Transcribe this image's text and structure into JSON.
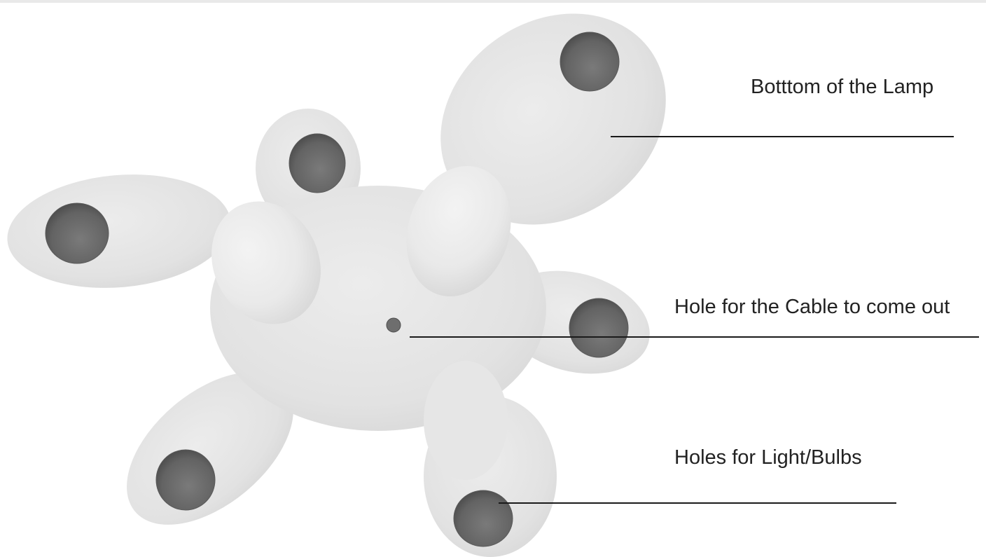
{
  "annotations": {
    "bottom_of_lamp": "Botttom of the Lamp",
    "cable_hole": "Hole for the Cable to come out",
    "bulb_holes": "Holes for Light/Bulbs"
  },
  "colors": {
    "lamp_body": "#e4e4e4",
    "lamp_bump": "#ececec",
    "hole_dark": "#6b6b6b",
    "leader_line": "#1a1a1a",
    "label_text": "#222222"
  }
}
